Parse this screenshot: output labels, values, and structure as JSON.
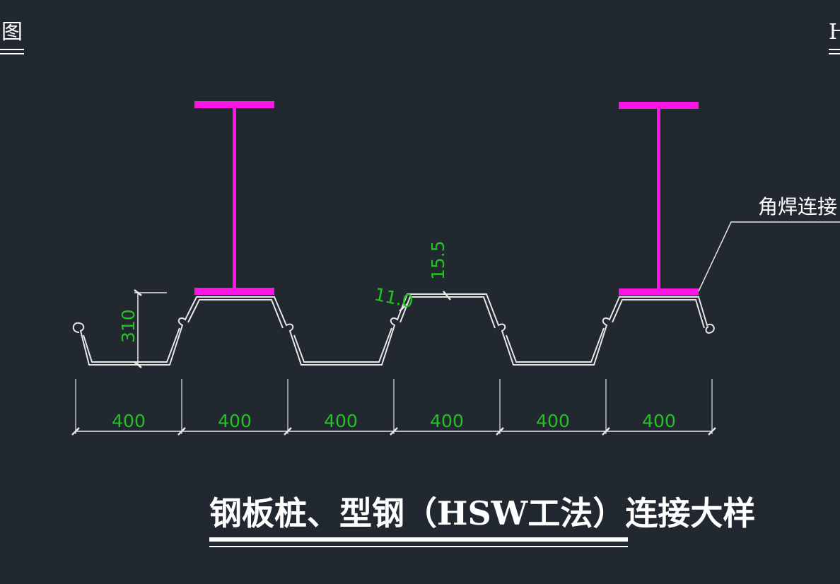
{
  "corner_left_text": "图",
  "corner_right_text": "H",
  "title": "钢板桩、型钢（HSW工法）连接大样",
  "weld_label": "角焊连接",
  "dimensions": {
    "height": "310",
    "angle_label": "11.0",
    "thickness_label": "15.5",
    "segments": [
      "400",
      "400",
      "400",
      "400",
      "400",
      "400"
    ]
  },
  "colors": {
    "background": "#212830",
    "steel_beam": "#ff14e6",
    "sheet_pile": "#e6e6e6",
    "dimension_text": "#22c322",
    "dimension_line": "#e6e6e6",
    "text": "#ffffff"
  }
}
